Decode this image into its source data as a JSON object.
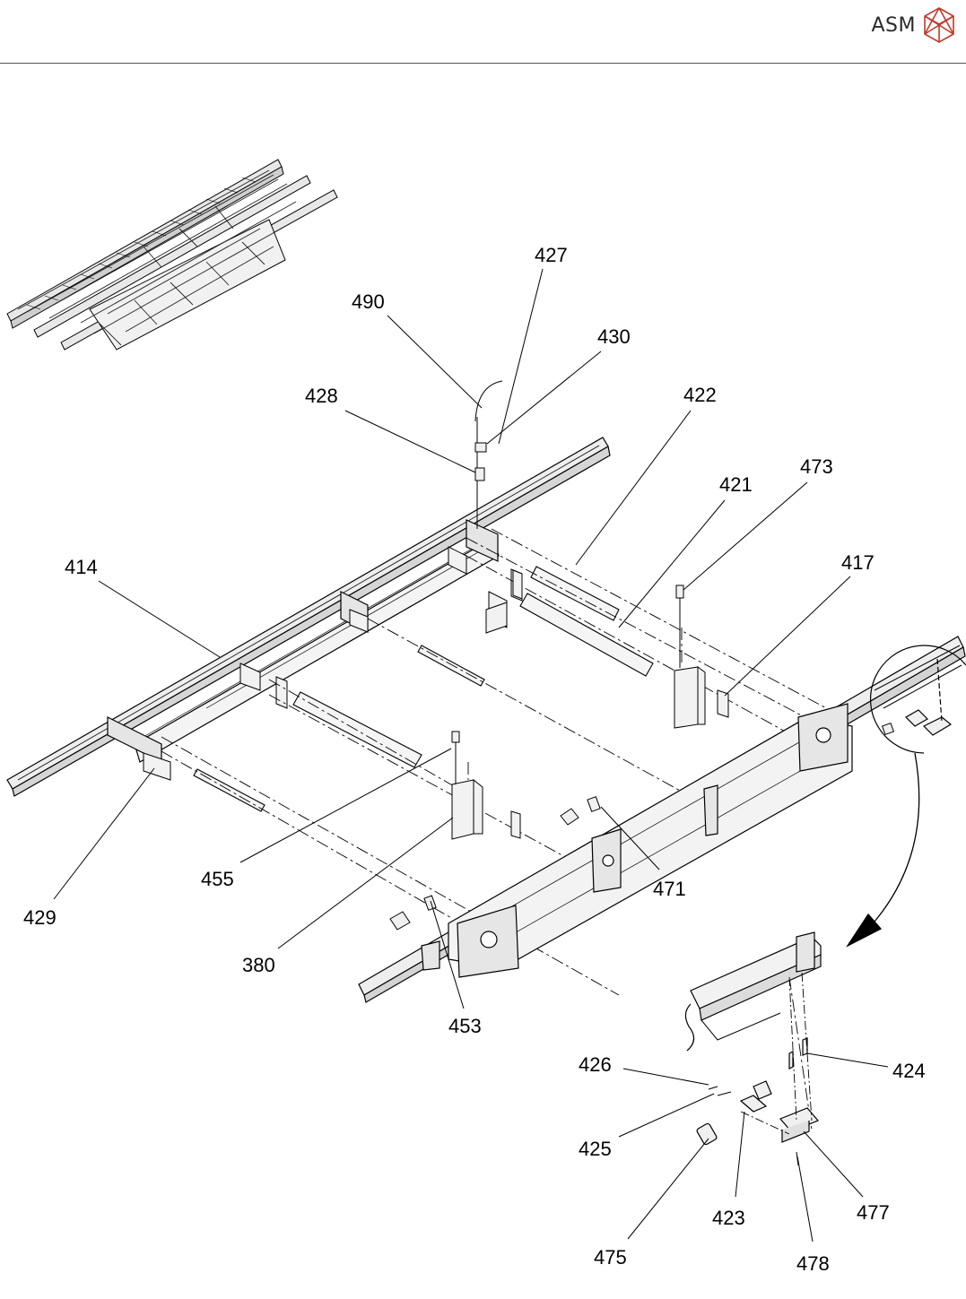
{
  "header": {
    "brand": "ASM",
    "brand_icon": "cube-logo-icon",
    "brand_color": "#c0392b"
  },
  "callouts": {
    "c427": "427",
    "c490": "490",
    "c430": "430",
    "c428": "428",
    "c422": "422",
    "c421": "421",
    "c473": "473",
    "c417": "417",
    "c414": "414",
    "c455": "455",
    "c429": "429",
    "c380": "380",
    "c471": "471",
    "c453": "453",
    "c426": "426",
    "c424": "424",
    "c425": "425",
    "c423": "423",
    "c477": "477",
    "c475": "475",
    "c478": "478"
  }
}
